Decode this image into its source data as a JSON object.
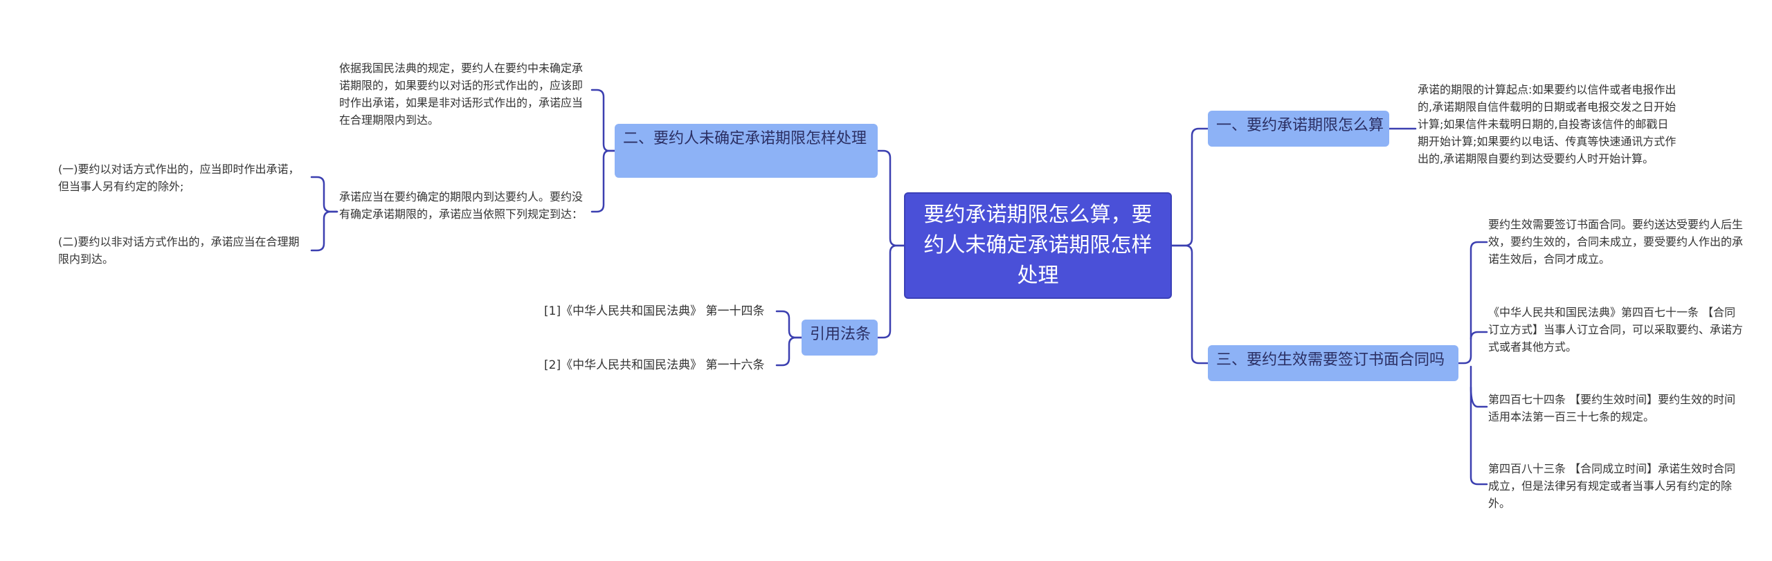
{
  "root": {
    "title": "要约承诺期限怎么算，要约人未确定承诺期限怎样处理"
  },
  "right_branches": [
    {
      "label": "一、要约承诺期限怎么算",
      "leaves": [
        "承诺的期限的计算起点:如果要约以信件或者电报作出的,承诺期限自信件载明的日期或者电报交发之日开始计算;如果信件未载明日期的,自投寄该信件的邮戳日期开始计算;如果要约以电话、传真等快速通讯方式作出的,承诺期限自要约到达受要约人时开始计算。"
      ]
    },
    {
      "label": "三、要约生效需要签订书面合同吗",
      "leaves": [
        "要约生效需要签订书面合同。要约送达受要约人后生效，要约生效的，合同未成立，要受要约人作出的承诺生效后，合同才成立。",
        "《中华人民共和国民法典》第四百七十一条 【合同订立方式】当事人订立合同，可以采取要约、承诺方式或者其他方式。",
        "第四百七十四条 【要约生效时间】要约生效的时间适用本法第一百三十七条的规定。",
        "第四百八十三条 【合同成立时间】承诺生效时合同成立，但是法律另有规定或者当事人另有约定的除外。"
      ]
    }
  ],
  "left_branches": [
    {
      "label": "二、要约人未确定承诺期限怎样处理",
      "leaves": [
        "依据我国民法典的规定，要约人在要约中未确定承诺期限的，如果要约以对话的形式作出的，应该即时作出承诺，如果是非对话形式作出的，承诺应当在合理期限内到达。",
        "承诺应当在要约确定的期限内到达要约人。要约没有确定承诺期限的，承诺应当依照下列规定到达："
      ],
      "sub_leaves": [
        "(一)要约以对话方式作出的，应当即时作出承诺，但当事人另有约定的除外;",
        "(二)要约以非对话方式作出的，承诺应当在合理期限内到达。"
      ]
    },
    {
      "label": "引用法条",
      "leaves": [
        "[1]《中华人民共和国民法典》 第一十四条",
        "[2]《中华人民共和国民法典》 第一十六条"
      ]
    }
  ],
  "colors": {
    "line": "#3b3fb0",
    "root": "#4a50d8",
    "branch": "#8db2f6"
  }
}
